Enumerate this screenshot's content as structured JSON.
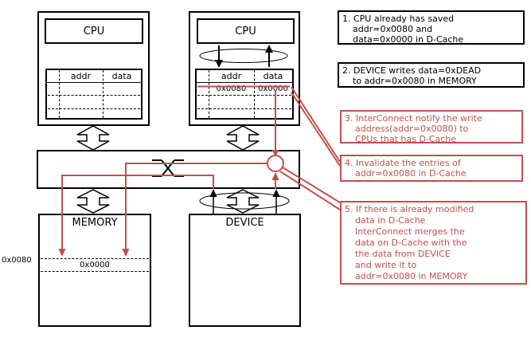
{
  "colors": {
    "accent_red": "#c0504d",
    "line_black": "#000000"
  },
  "cpu1": {
    "label": "CPU",
    "cache_headers": {
      "addr": "addr",
      "data": "data"
    }
  },
  "cpu2": {
    "label": "CPU",
    "cache_headers": {
      "addr": "addr",
      "data": "data"
    },
    "cache_row": {
      "addr": "0x0080",
      "data": "0x0000"
    }
  },
  "memory": {
    "label": "MEMORY",
    "addr_label": "0x0080",
    "value": "0x0000"
  },
  "device": {
    "label": "DEVICE"
  },
  "annotations": [
    {
      "lines": [
        "1. CPU already has saved",
        "addr=0x0080 and",
        "data=0x0000 in D-Cache"
      ]
    },
    {
      "lines": [
        "2. DEVICE writes data=0xDEAD",
        "to addr=0x0080 in MEMORY"
      ]
    },
    {
      "lines": [
        "3. InterConnect notify the write",
        "address(addr=0x0080) to",
        "CPUs that has D-Cache"
      ]
    },
    {
      "lines": [
        "4. Invalidate the entries of",
        "addr=0x0080 in D-Cache"
      ]
    },
    {
      "lines": [
        "5. If there is already modified",
        "data in D-Cache",
        "InterConnect merges the",
        "data on D-Cache with the",
        "the data from DEVICE",
        "and write it to",
        "addr=0x0080 in MEMORY"
      ]
    }
  ]
}
